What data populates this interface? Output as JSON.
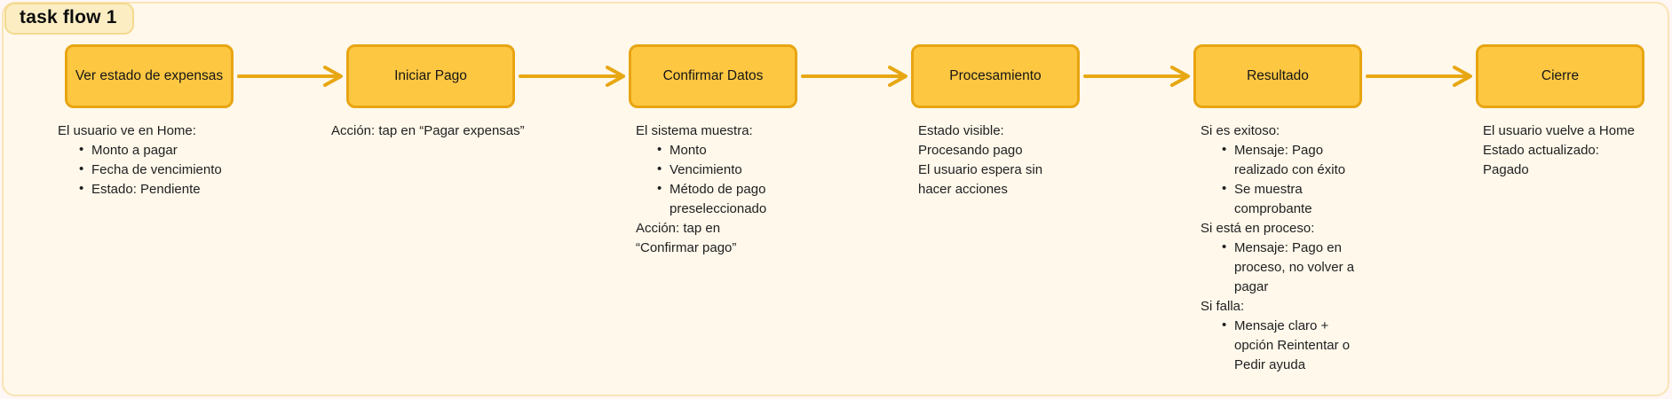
{
  "badge": {
    "label": "task flow 1"
  },
  "flow": {
    "nodes": [
      {
        "id": "ver-estado-de-expensas",
        "title": "Ver estado de expensas",
        "notes": [
          {
            "type": "text",
            "lines": [
              "El usuario ve en Home:"
            ]
          },
          {
            "type": "bullet",
            "lines": [
              "Monto a pagar"
            ]
          },
          {
            "type": "bullet",
            "lines": [
              "Fecha de vencimiento"
            ]
          },
          {
            "type": "bullet",
            "lines": [
              "Estado: Pendiente"
            ]
          }
        ]
      },
      {
        "id": "iniciar-pago",
        "title": "Iniciar Pago",
        "notes": [
          {
            "type": "text",
            "lines": [
              "Acción: tap en “Pagar expensas”"
            ]
          }
        ]
      },
      {
        "id": "confirmar-datos",
        "title": "Confirmar Datos",
        "notes": [
          {
            "type": "text",
            "lines": [
              "El sistema muestra:"
            ]
          },
          {
            "type": "bullet",
            "lines": [
              "Monto"
            ]
          },
          {
            "type": "bullet",
            "lines": [
              "Vencimiento"
            ]
          },
          {
            "type": "bullet",
            "lines": [
              "Método de pago",
              "preseleccionado"
            ]
          },
          {
            "type": "text",
            "lines": [
              "Acción: tap en",
              "“Confirmar pago”"
            ]
          }
        ]
      },
      {
        "id": "procesamiento",
        "title": "Procesamiento",
        "notes": [
          {
            "type": "text",
            "lines": [
              "Estado visible:",
              "Procesando pago",
              "El usuario espera sin",
              "hacer acciones"
            ]
          }
        ]
      },
      {
        "id": "resultado",
        "title": "Resultado",
        "notes": [
          {
            "type": "text",
            "lines": [
              "Si es exitoso:"
            ]
          },
          {
            "type": "bullet",
            "lines": [
              "Mensaje: Pago",
              "realizado con éxito"
            ]
          },
          {
            "type": "bullet",
            "lines": [
              "Se muestra",
              "comprobante"
            ]
          },
          {
            "type": "text",
            "lines": [
              "Si está en proceso:"
            ]
          },
          {
            "type": "bullet",
            "lines": [
              "Mensaje: Pago en",
              "proceso, no volver a",
              "pagar"
            ]
          },
          {
            "type": "text",
            "lines": [
              "Si falla:"
            ]
          },
          {
            "type": "bullet",
            "lines": [
              "Mensaje claro +",
              "opción Reintentar o",
              "Pedir ayuda"
            ]
          }
        ]
      },
      {
        "id": "cierre",
        "title": "Cierre",
        "notes": [
          {
            "type": "text",
            "lines": [
              "El usuario vuelve a Home",
              "Estado actualizado:",
              "Pagado"
            ]
          }
        ]
      }
    ],
    "colors": {
      "box_fill": "#FDC742",
      "box_border": "#E8A512",
      "arrow": "#E7A713",
      "canvas_bg": "#FFF8EB",
      "frame_border": "#F9E4B5",
      "badge_fill": "#FCEDC3",
      "badge_border": "#F4D98F",
      "text": "#1C1C1E"
    }
  }
}
